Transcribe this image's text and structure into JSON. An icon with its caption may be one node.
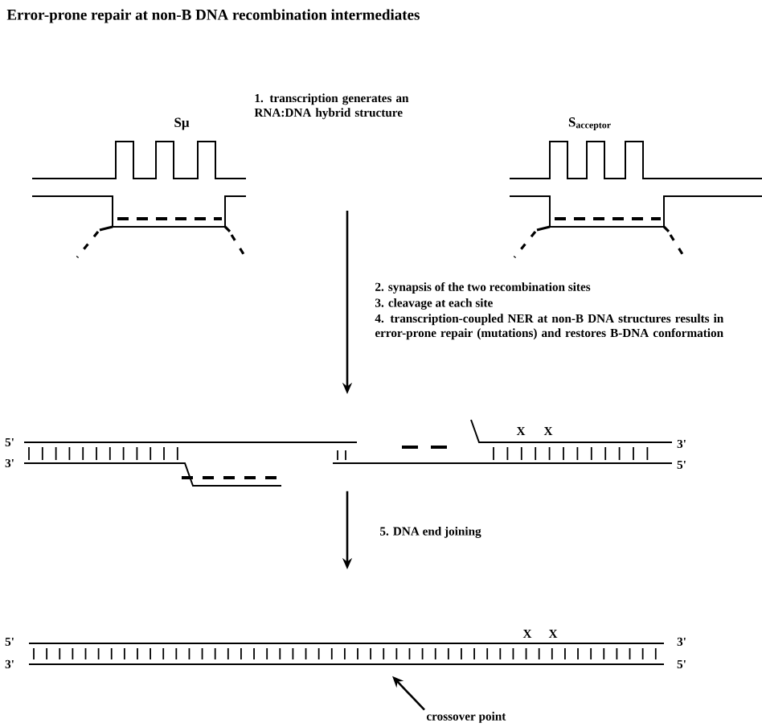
{
  "diagram": {
    "title": "Error-prone repair at non-B DNA recombination intermediates",
    "nodes": [
      {
        "text": [
          "Sμ"
        ]
      },
      {
        "text": [
          "S$_{acceptor}$"
        ]
      },
      {
        "text": [],
        "shape": "picture"
      },
      {
        "text": [],
        "shape": "picture"
      },
      {
        "text": [
          "crossover point"
        ]
      }
    ],
    "edges": [
      {
        "from": null,
        "to": 2,
        "arrow": "to"
      },
      {
        "from": 2,
        "to": 3,
        "arrow": "to"
      },
      {
        "from": 4,
        "to": 3,
        "arrow": "to"
      }
    ],
    "labels": [
      "1. transcription generates an RNA:DNA hybrid structure",
      "2. synapsis of the two recombination sites",
      "3. cleavage at each site",
      "4. transcription-coupled NER at non-B DNA structures results in error-prone repair (mutations) and restores B-DNA conformation",
      "5'",
      "3'",
      "X",
      "X",
      "3'",
      "5'",
      "5. DNA end joining",
      "X",
      "X",
      "5'",
      "3'",
      "3'",
      "5'"
    ]
  }
}
